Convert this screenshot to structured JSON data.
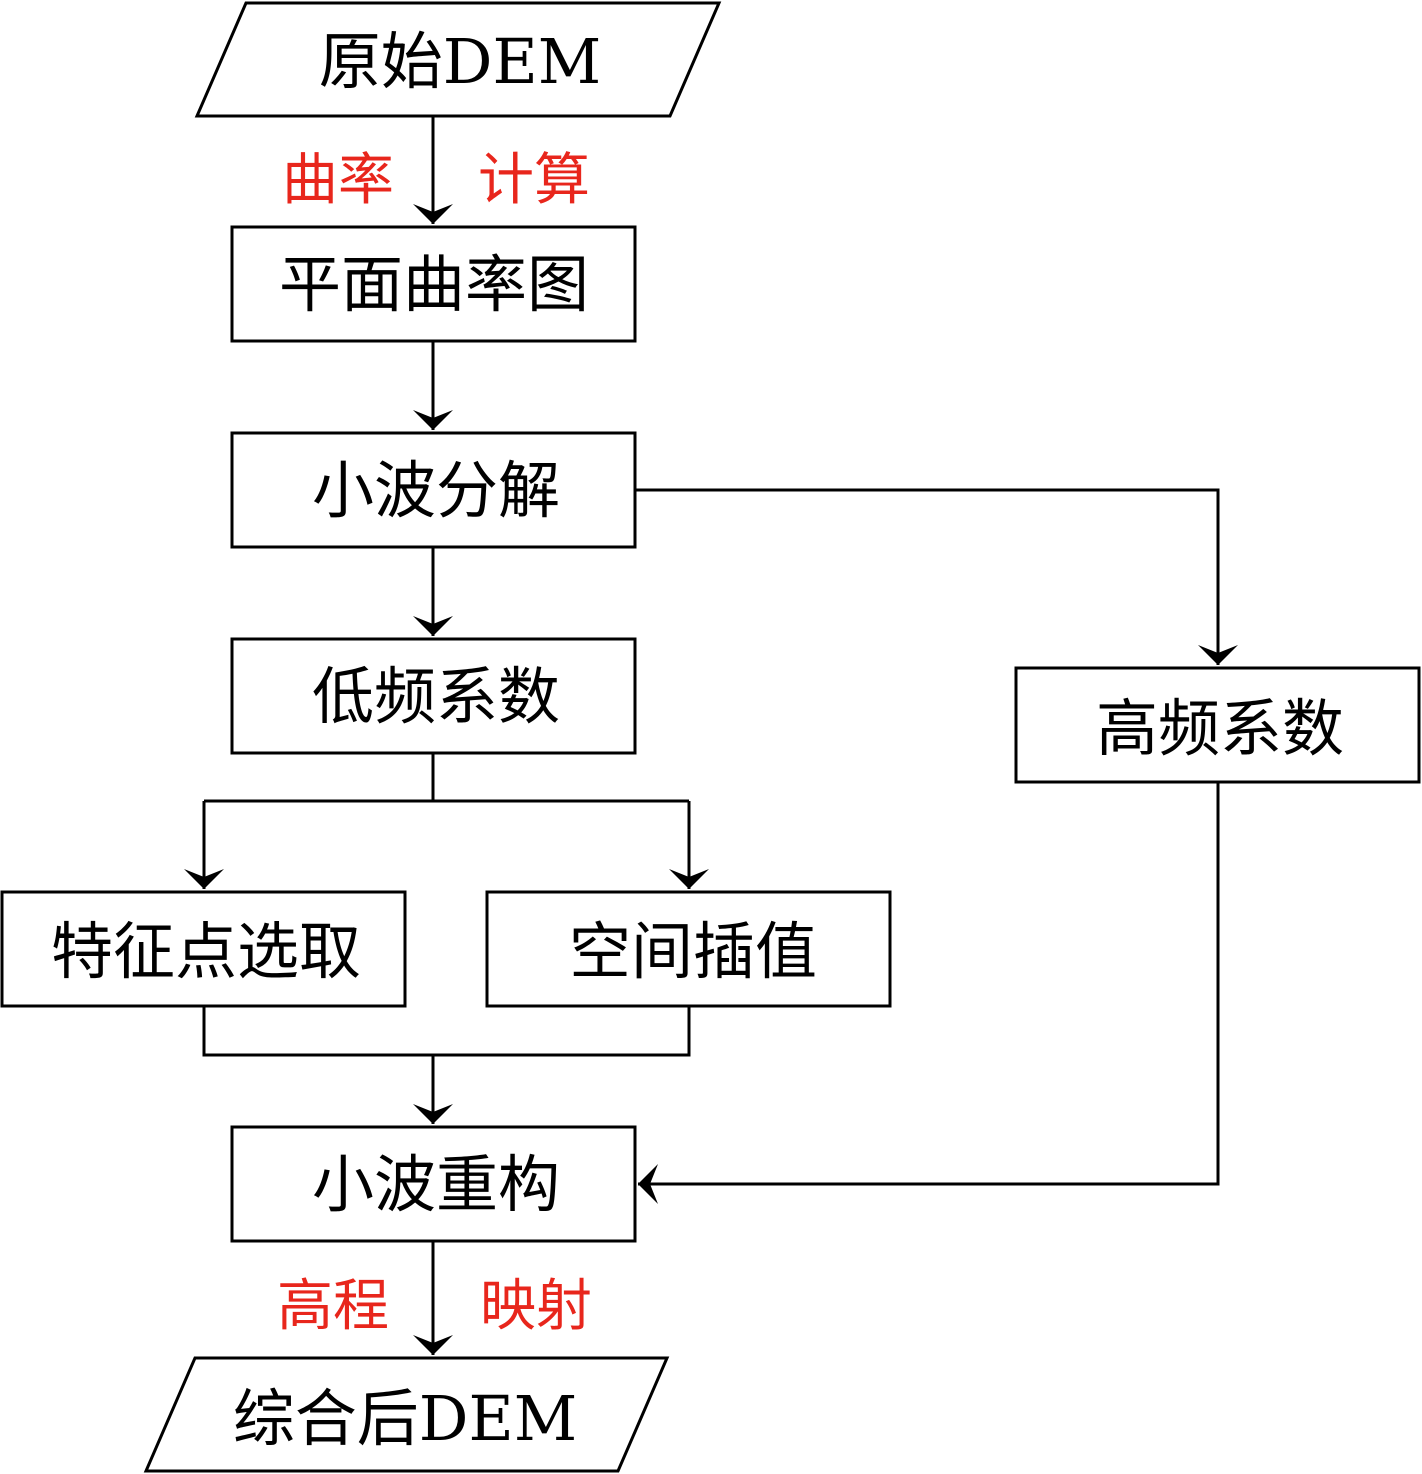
{
  "colors": {
    "stroke": "#000000",
    "label_red": "#e8261c",
    "background": "#ffffff"
  },
  "nodes": {
    "original_dem": "原始DEM",
    "plane_curvature": "平面曲率图",
    "wavelet_decomposition": "小波分解",
    "low_freq_coeff": "低频系数",
    "high_freq_coeff": "高频系数",
    "feature_point_selection": "特征点选取",
    "spatial_interpolation": "空间插值",
    "wavelet_reconstruction": "小波重构",
    "generalized_dem": "综合后DEM"
  },
  "edge_labels": {
    "curvature_left": "曲率",
    "curvature_right": "计算",
    "elevation_left": "高程",
    "elevation_right": "映射"
  }
}
